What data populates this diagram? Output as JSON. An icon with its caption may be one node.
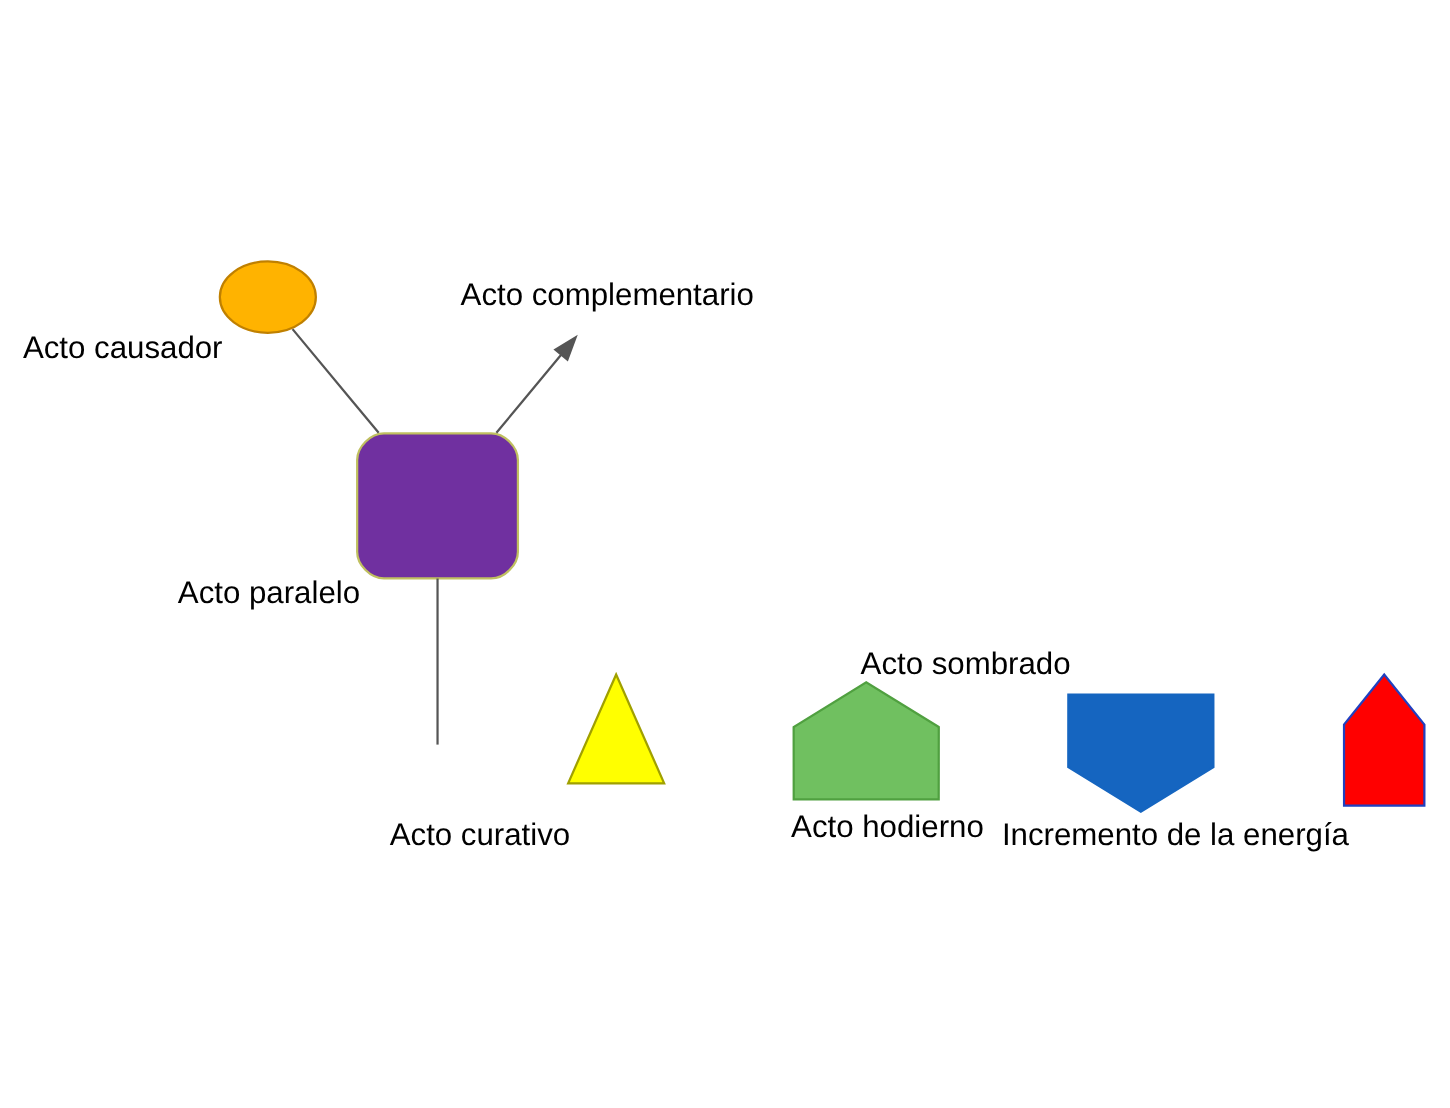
{
  "diagram": {
    "nodes": [
      {
        "text": [
          "Acto causador"
        ]
      },
      {
        "text": [
          "Acto curativo"
        ]
      },
      {
        "text": [
          "Acto hodierno"
        ]
      },
      {
        "text": [
          "Acto sombrado"
        ]
      },
      {
        "text": [
          "Acto paralelo"
        ]
      },
      {
        "text": [
          "Acto complementario"
        ]
      },
      {
        "text": [
          "Incremento de la energía"
        ]
      }
    ],
    "edges": [
      {
        "from": null,
        "to": 4,
        "arrow": "none"
      },
      {
        "from": 4,
        "to": 0,
        "arrow": "none"
      },
      {
        "from": 4,
        "to": 5,
        "arrow": "to"
      }
    ]
  }
}
